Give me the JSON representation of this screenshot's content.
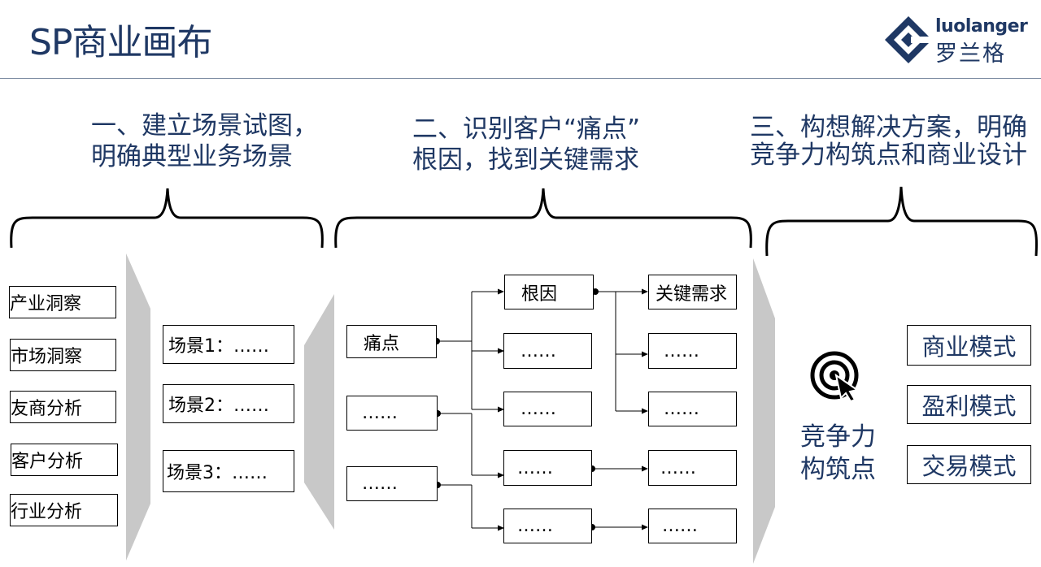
{
  "title": "SP商业画布",
  "logo": {
    "english": "luolanger",
    "chinese": "罗兰格",
    "icon": "diamond-logo-icon"
  },
  "sections": [
    {
      "heading_line1": "一、建立场景试图，",
      "heading_line2": "明确典型业务场景"
    },
    {
      "heading_line1": "二、识别客户“痛点”",
      "heading_line2": "根因，找到关键需求"
    },
    {
      "heading_line1": "三、构想解决方案，明确",
      "heading_line2": "竞争力构筑点和商业设计"
    }
  ],
  "insights": [
    "产业洞察",
    "市场洞察",
    "友商分析",
    "客户分析",
    "行业分析"
  ],
  "scenarios": [
    "场景1：……",
    "场景2：……",
    "场景3：……"
  ],
  "pain_points": [
    "痛点",
    "……",
    "……"
  ],
  "root_causes": [
    "根因",
    "……",
    "……",
    "……",
    "……"
  ],
  "key_needs": [
    "关键需求",
    "……",
    "……",
    "……",
    "……"
  ],
  "competitiveness_label_line1": "竞争力",
  "competitiveness_label_line2": "构筑点",
  "target_icon": "target-icon",
  "business_designs": [
    "商业模式",
    "盈利模式",
    "交易模式"
  ]
}
